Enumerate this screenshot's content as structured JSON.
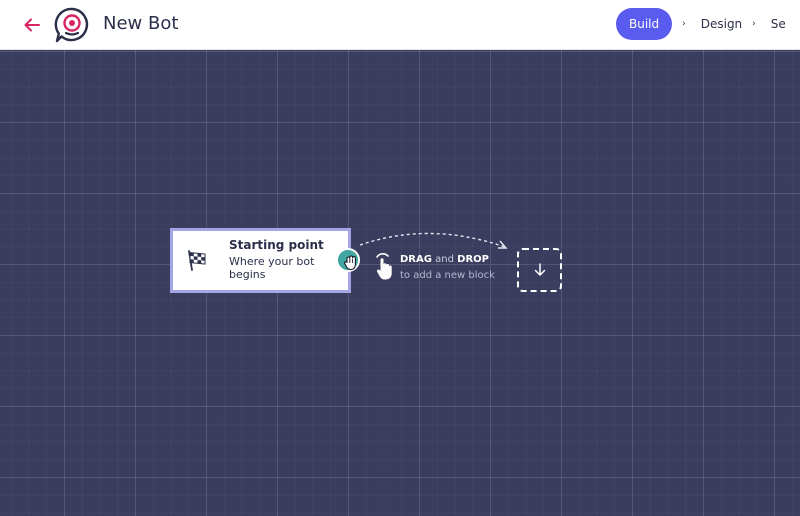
{
  "header": {
    "title": "New Bot",
    "steps": [
      {
        "label": "Build",
        "active": true
      },
      {
        "label": "Design",
        "active": false
      },
      {
        "label": "Se",
        "active": false
      }
    ]
  },
  "colors": {
    "accent": "#5a5cf0",
    "back_arrow": "#d8245f",
    "canvas_bg": "#3a3d5e",
    "connector": "#3fa6a1",
    "node_border": "#a3a5e6"
  },
  "icons": {
    "back": "back-arrow-icon",
    "logo": "bot-logo-icon",
    "start": "checkered-flag-icon",
    "hand": "hand-pointer-icon",
    "drop": "arrow-down-icon"
  },
  "canvas": {
    "start_node": {
      "title": "Starting point",
      "subtitle": "Where your bot begins"
    },
    "hint": {
      "drag": "DRAG",
      "and": "and",
      "drop": "DROP",
      "subtext": "to add a new block"
    }
  }
}
